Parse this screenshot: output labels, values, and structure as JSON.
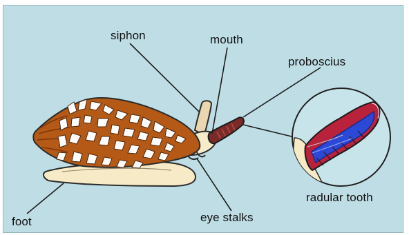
{
  "diagram": {
    "labels": {
      "siphon": "siphon",
      "mouth": "mouth",
      "proboscis": "proboscius",
      "radular_tooth": "radular tooth",
      "foot": "foot",
      "eye_stalks": "eye stalks"
    }
  },
  "colors": {
    "background": "#bfdde5",
    "shell": "#b55a16",
    "shell_dark": "#7c350c",
    "spots": "#ffffff",
    "body": "#f7ecc8",
    "proboscis": "#7b2a2a",
    "tooth_blue": "#2c49d6",
    "tooth_red": "#b8223a"
  },
  "icons": {
    "main": "cone-snail-illustration",
    "inset": "radular-tooth-magnified"
  }
}
